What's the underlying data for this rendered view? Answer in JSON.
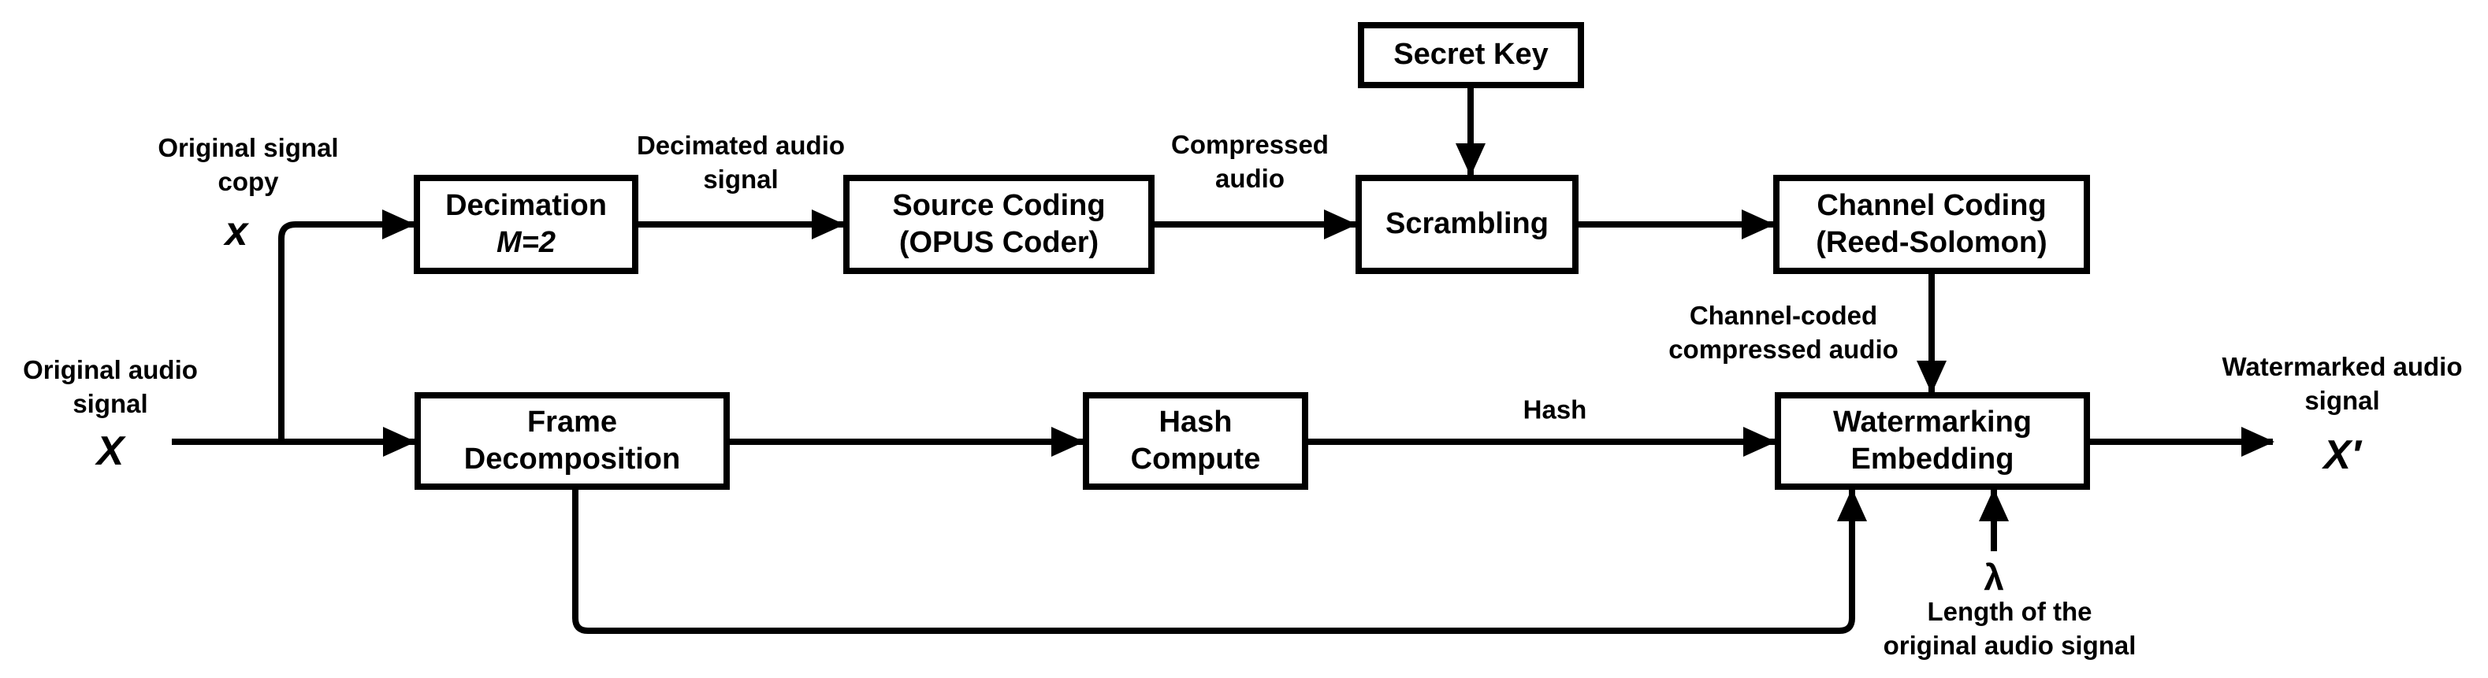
{
  "diagram": {
    "title_hint": "Audio watermarking embedding block diagram",
    "colors": {
      "background": "#ffffff",
      "line": "#000000",
      "box_fill": "#ffffff",
      "text": "#000000"
    },
    "boxes": {
      "secret_key": {
        "label": "Secret Key"
      },
      "decimation": {
        "line1": "Decimation",
        "line2": "M=2"
      },
      "source_coding": {
        "line1": "Source Coding",
        "line2": "(OPUS Coder)"
      },
      "scrambling": {
        "label": "Scrambling"
      },
      "channel_coding": {
        "line1": "Channel Coding",
        "line2": "(Reed-Solomon)"
      },
      "frame_decomposition": {
        "line1": "Frame",
        "line2": "Decomposition"
      },
      "hash_compute": {
        "line1": "Hash",
        "line2": "Compute"
      },
      "watermarking_embedding": {
        "line1": "Watermarking",
        "line2": "Embedding"
      }
    },
    "labels": {
      "original_signal_copy": {
        "line1": "Original signal",
        "line2": "copy",
        "symbol": "x"
      },
      "original_audio_signal": {
        "line1": "Original audio",
        "line2": "signal",
        "symbol": "X"
      },
      "decimated_audio": {
        "line1": "Decimated audio",
        "line2": "signal"
      },
      "compressed_audio": {
        "line1": "Compressed",
        "line2": "audio"
      },
      "channel_coded": {
        "line1": "Channel-coded",
        "line2": "compressed audio"
      },
      "hash": {
        "label": "Hash"
      },
      "watermarked_audio": {
        "line1": "Watermarked audio",
        "line2": "signal",
        "symbol": "X′"
      },
      "lambda": {
        "symbol": "λ",
        "line1": "Length of the",
        "line2": "original audio signal"
      }
    }
  }
}
